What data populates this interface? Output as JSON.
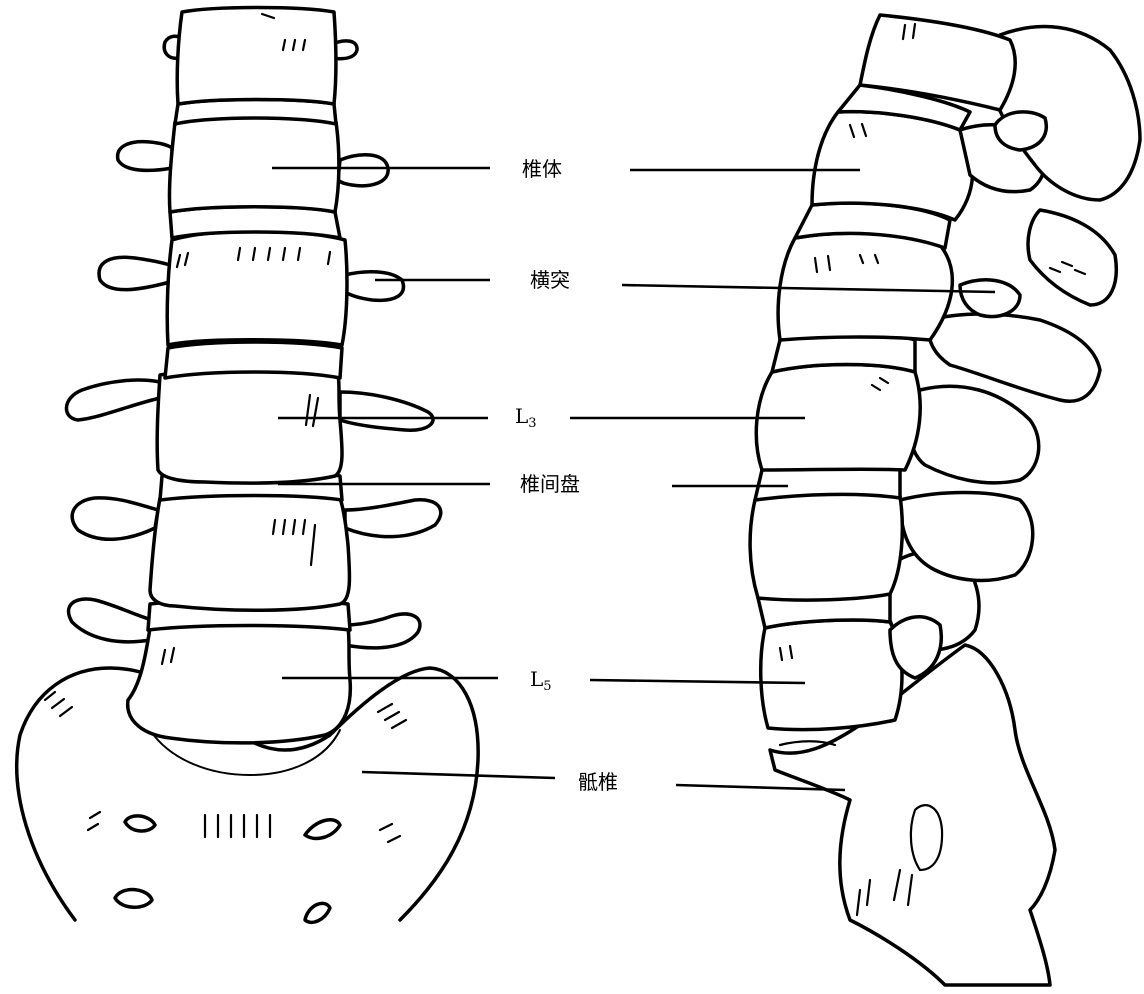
{
  "labels": {
    "vertebral_body": "椎体",
    "transverse_process": "横突",
    "l3_letter": "L",
    "l3_sub": "3",
    "intervertebral_disc": "椎间盘",
    "l5_letter": "L",
    "l5_sub": "5",
    "sacrum": "骶椎"
  }
}
